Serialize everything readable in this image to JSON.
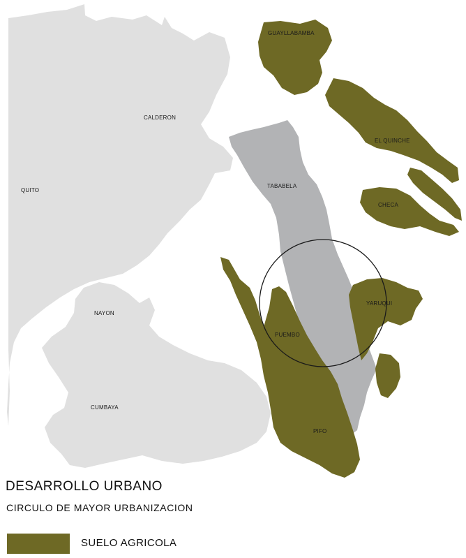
{
  "legend": {
    "title": "DESARROLLO URBANO",
    "subtitle": "CIRCULO DE MAYOR URBANIZACION",
    "items": [
      {
        "label": "SUELO AGRICOLA",
        "color": "#6e6925"
      }
    ]
  },
  "colors": {
    "urban_west": "#e0e0e0",
    "urban_east": "#b2b3b5",
    "agricultural": "#6e6925",
    "circle_stroke": "#1a1a1a"
  },
  "places": [
    {
      "name": "QUITO"
    },
    {
      "name": "CALDERON"
    },
    {
      "name": "NAYON"
    },
    {
      "name": "CUMBAYA"
    },
    {
      "name": "GUAYLLABAMBA"
    },
    {
      "name": "TABABELA"
    },
    {
      "name": "EL QUINCHE"
    },
    {
      "name": "CHECA"
    },
    {
      "name": "YARUQUI"
    },
    {
      "name": "PUEMBO"
    },
    {
      "name": "PIFO"
    }
  ]
}
